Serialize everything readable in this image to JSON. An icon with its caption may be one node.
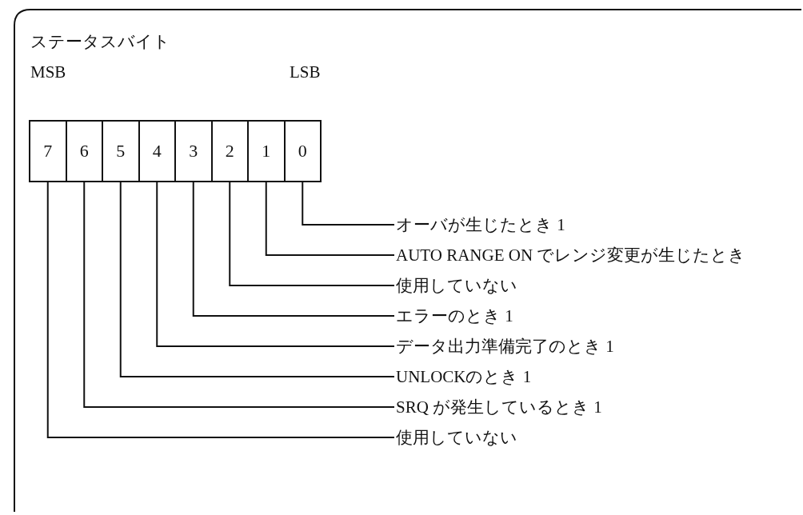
{
  "diagram": {
    "title": "ステータスバイト",
    "nodes": [
      {
        "text": [
          "7"
        ]
      },
      {
        "text": [
          "6"
        ]
      },
      {
        "text": [
          "5"
        ]
      },
      {
        "text": [
          "4"
        ]
      },
      {
        "text": [
          "3"
        ]
      },
      {
        "text": [
          "2"
        ]
      },
      {
        "text": [
          "1"
        ]
      },
      {
        "text": [
          "0"
        ]
      },
      {
        "text": [
          "オーバが生じたとき 1"
        ]
      },
      {
        "text": [
          "AUTO RANGE ON でレンジ変更が生じたとき"
        ]
      },
      {
        "text": [
          "使用していない"
        ]
      },
      {
        "text": [
          "エラーのとき 1"
        ]
      },
      {
        "text": [
          "データ出力準備完了のとき 1"
        ]
      },
      {
        "text": [
          "UNLOCKのとき 1"
        ]
      },
      {
        "text": [
          "SRQ が発生しているとき 1"
        ]
      },
      {
        "text": [
          "使用していない"
        ]
      }
    ],
    "edges": [
      {
        "from": 7,
        "to": 8,
        "arrow": "none"
      },
      {
        "from": 6,
        "to": 9,
        "arrow": "none"
      },
      {
        "from": 5,
        "to": 10,
        "arrow": "none"
      },
      {
        "from": 4,
        "to": 11,
        "arrow": "none"
      },
      {
        "from": 3,
        "to": 12,
        "arrow": "none"
      },
      {
        "from": 2,
        "to": 13,
        "arrow": "none"
      },
      {
        "from": 1,
        "to": 14,
        "arrow": "none"
      },
      {
        "from": 0,
        "to": 15,
        "arrow": "none"
      }
    ],
    "labels": [
      "MSB",
      "LSB"
    ]
  }
}
